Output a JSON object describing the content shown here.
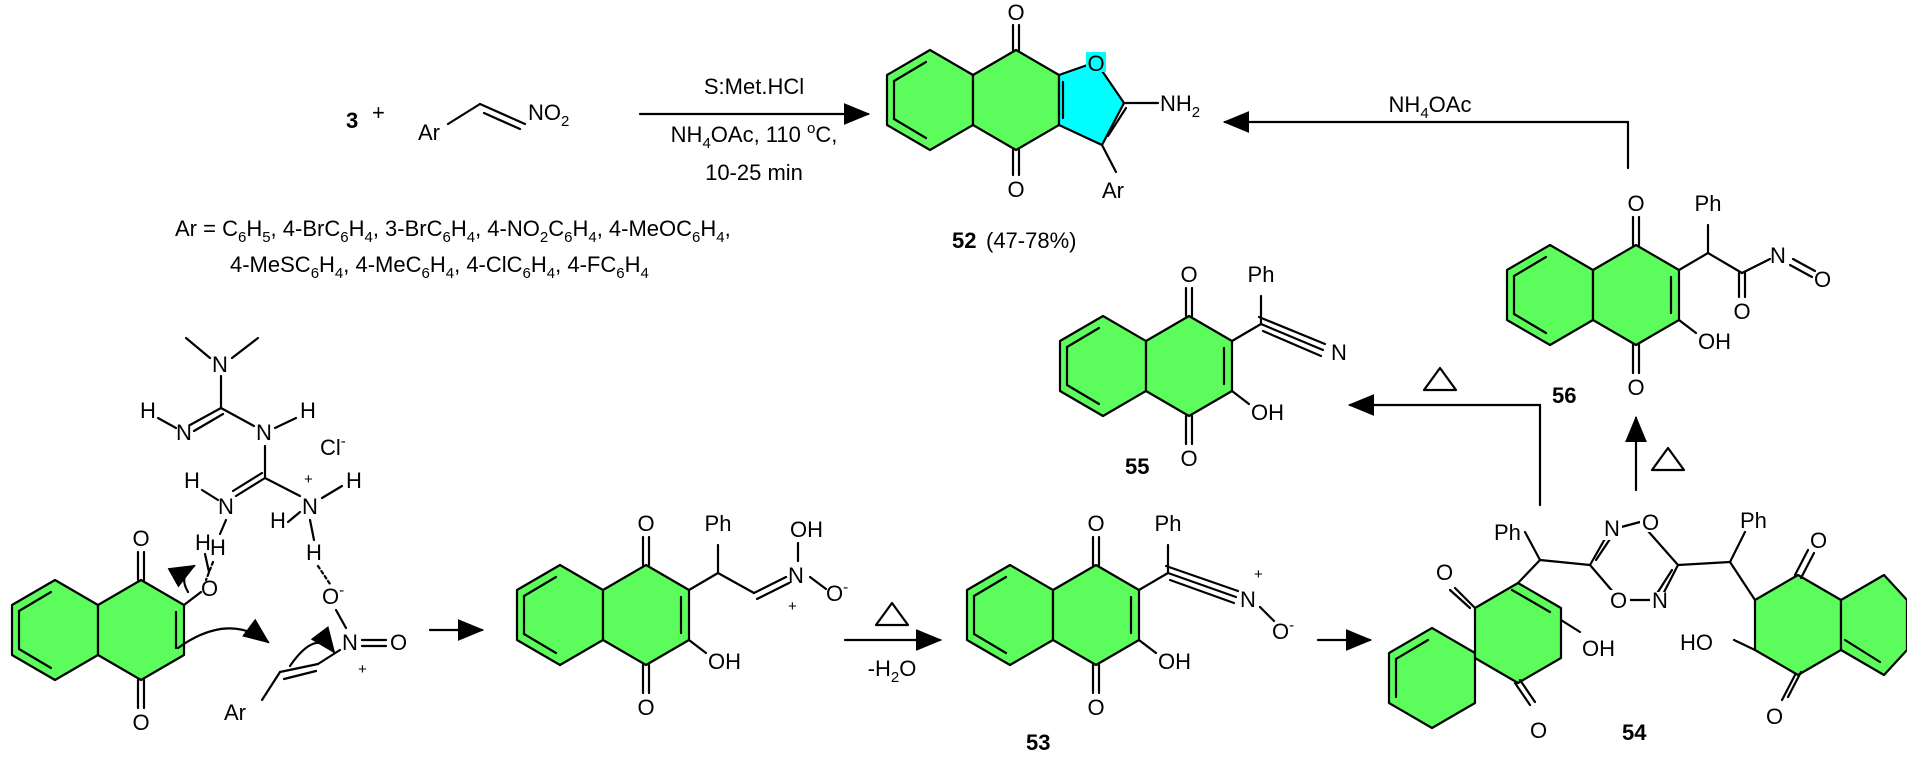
{
  "colors": {
    "ring_fill": "#5dfc5d",
    "furan_fill": "#00ffff",
    "line": "#000000",
    "background": "#ffffff"
  },
  "top": {
    "reactant_3": "3",
    "plus": "+",
    "ar": "Ar",
    "no2": "NO2",
    "cond_1": "S:Met.HCl",
    "cond_2": "NH4OAc, 110 oC,",
    "cond_3": "10-25 min",
    "ar_list_1": "Ar = C6H5, 4-BrC6H4, 3-BrC6H4, 4-NO2C6H4, 4-MeOC6H4,",
    "ar_list_2": "4-MeSC6H4, 4-MeC6H4, 4-ClC6H4, 4-FC6H4",
    "product_52": "52",
    "yield_52": "(47-78%)",
    "nh2": "NH2",
    "o": "O",
    "ar52": "Ar",
    "nh4oac_right": "NH4OAc"
  },
  "compounds": {
    "c53": "53",
    "c54": "54",
    "c55": "55",
    "c56": "56"
  },
  "labels": {
    "ph": "Ph",
    "oh": "OH",
    "ho": "HO",
    "o": "O",
    "n": "N",
    "cl": "Cl",
    "h": "H",
    "minus": "-",
    "plus": "+",
    "h2o": "-H2O",
    "delta": "Δ"
  }
}
